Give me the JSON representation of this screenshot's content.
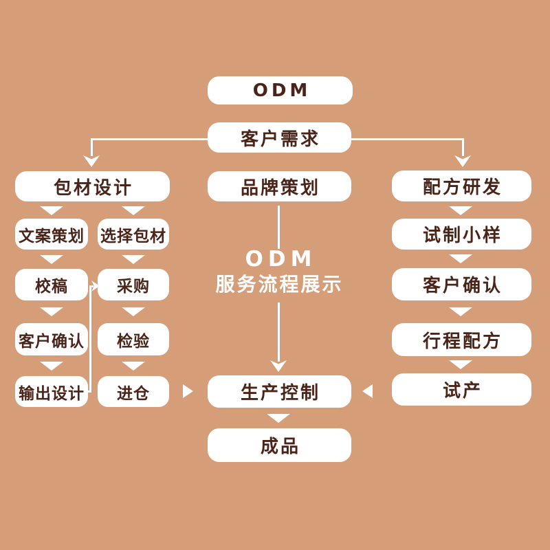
{
  "palette": {
    "background": "#d59e78",
    "box_background": "#ffffff",
    "box_text": "#4a2418",
    "connector": "#ffffff"
  },
  "header": {
    "odm": "ODM",
    "customer_needs": "客户需求"
  },
  "center": {
    "brand_planning": "品牌策划",
    "watermark_line1": "ODM",
    "watermark_line2": "服务流程展示",
    "production_control": "生产控制",
    "finished_product": "成品"
  },
  "left": {
    "header": "包材设计",
    "design_steps": [
      "文案策划",
      "校稿",
      "客户确认",
      "输出设计"
    ],
    "material_steps": [
      "选择包材",
      "采购",
      "检验",
      "进仓"
    ]
  },
  "right": {
    "header": "配方研发",
    "steps": [
      "试制小样",
      "客户确认",
      "行程配方",
      "试产"
    ]
  },
  "icons": {
    "down_chevron": "triangle-down",
    "down_arrowhead": "triangle-down",
    "right_arrowhead": "triangle-right",
    "left_arrowhead": "triangle-left"
  }
}
